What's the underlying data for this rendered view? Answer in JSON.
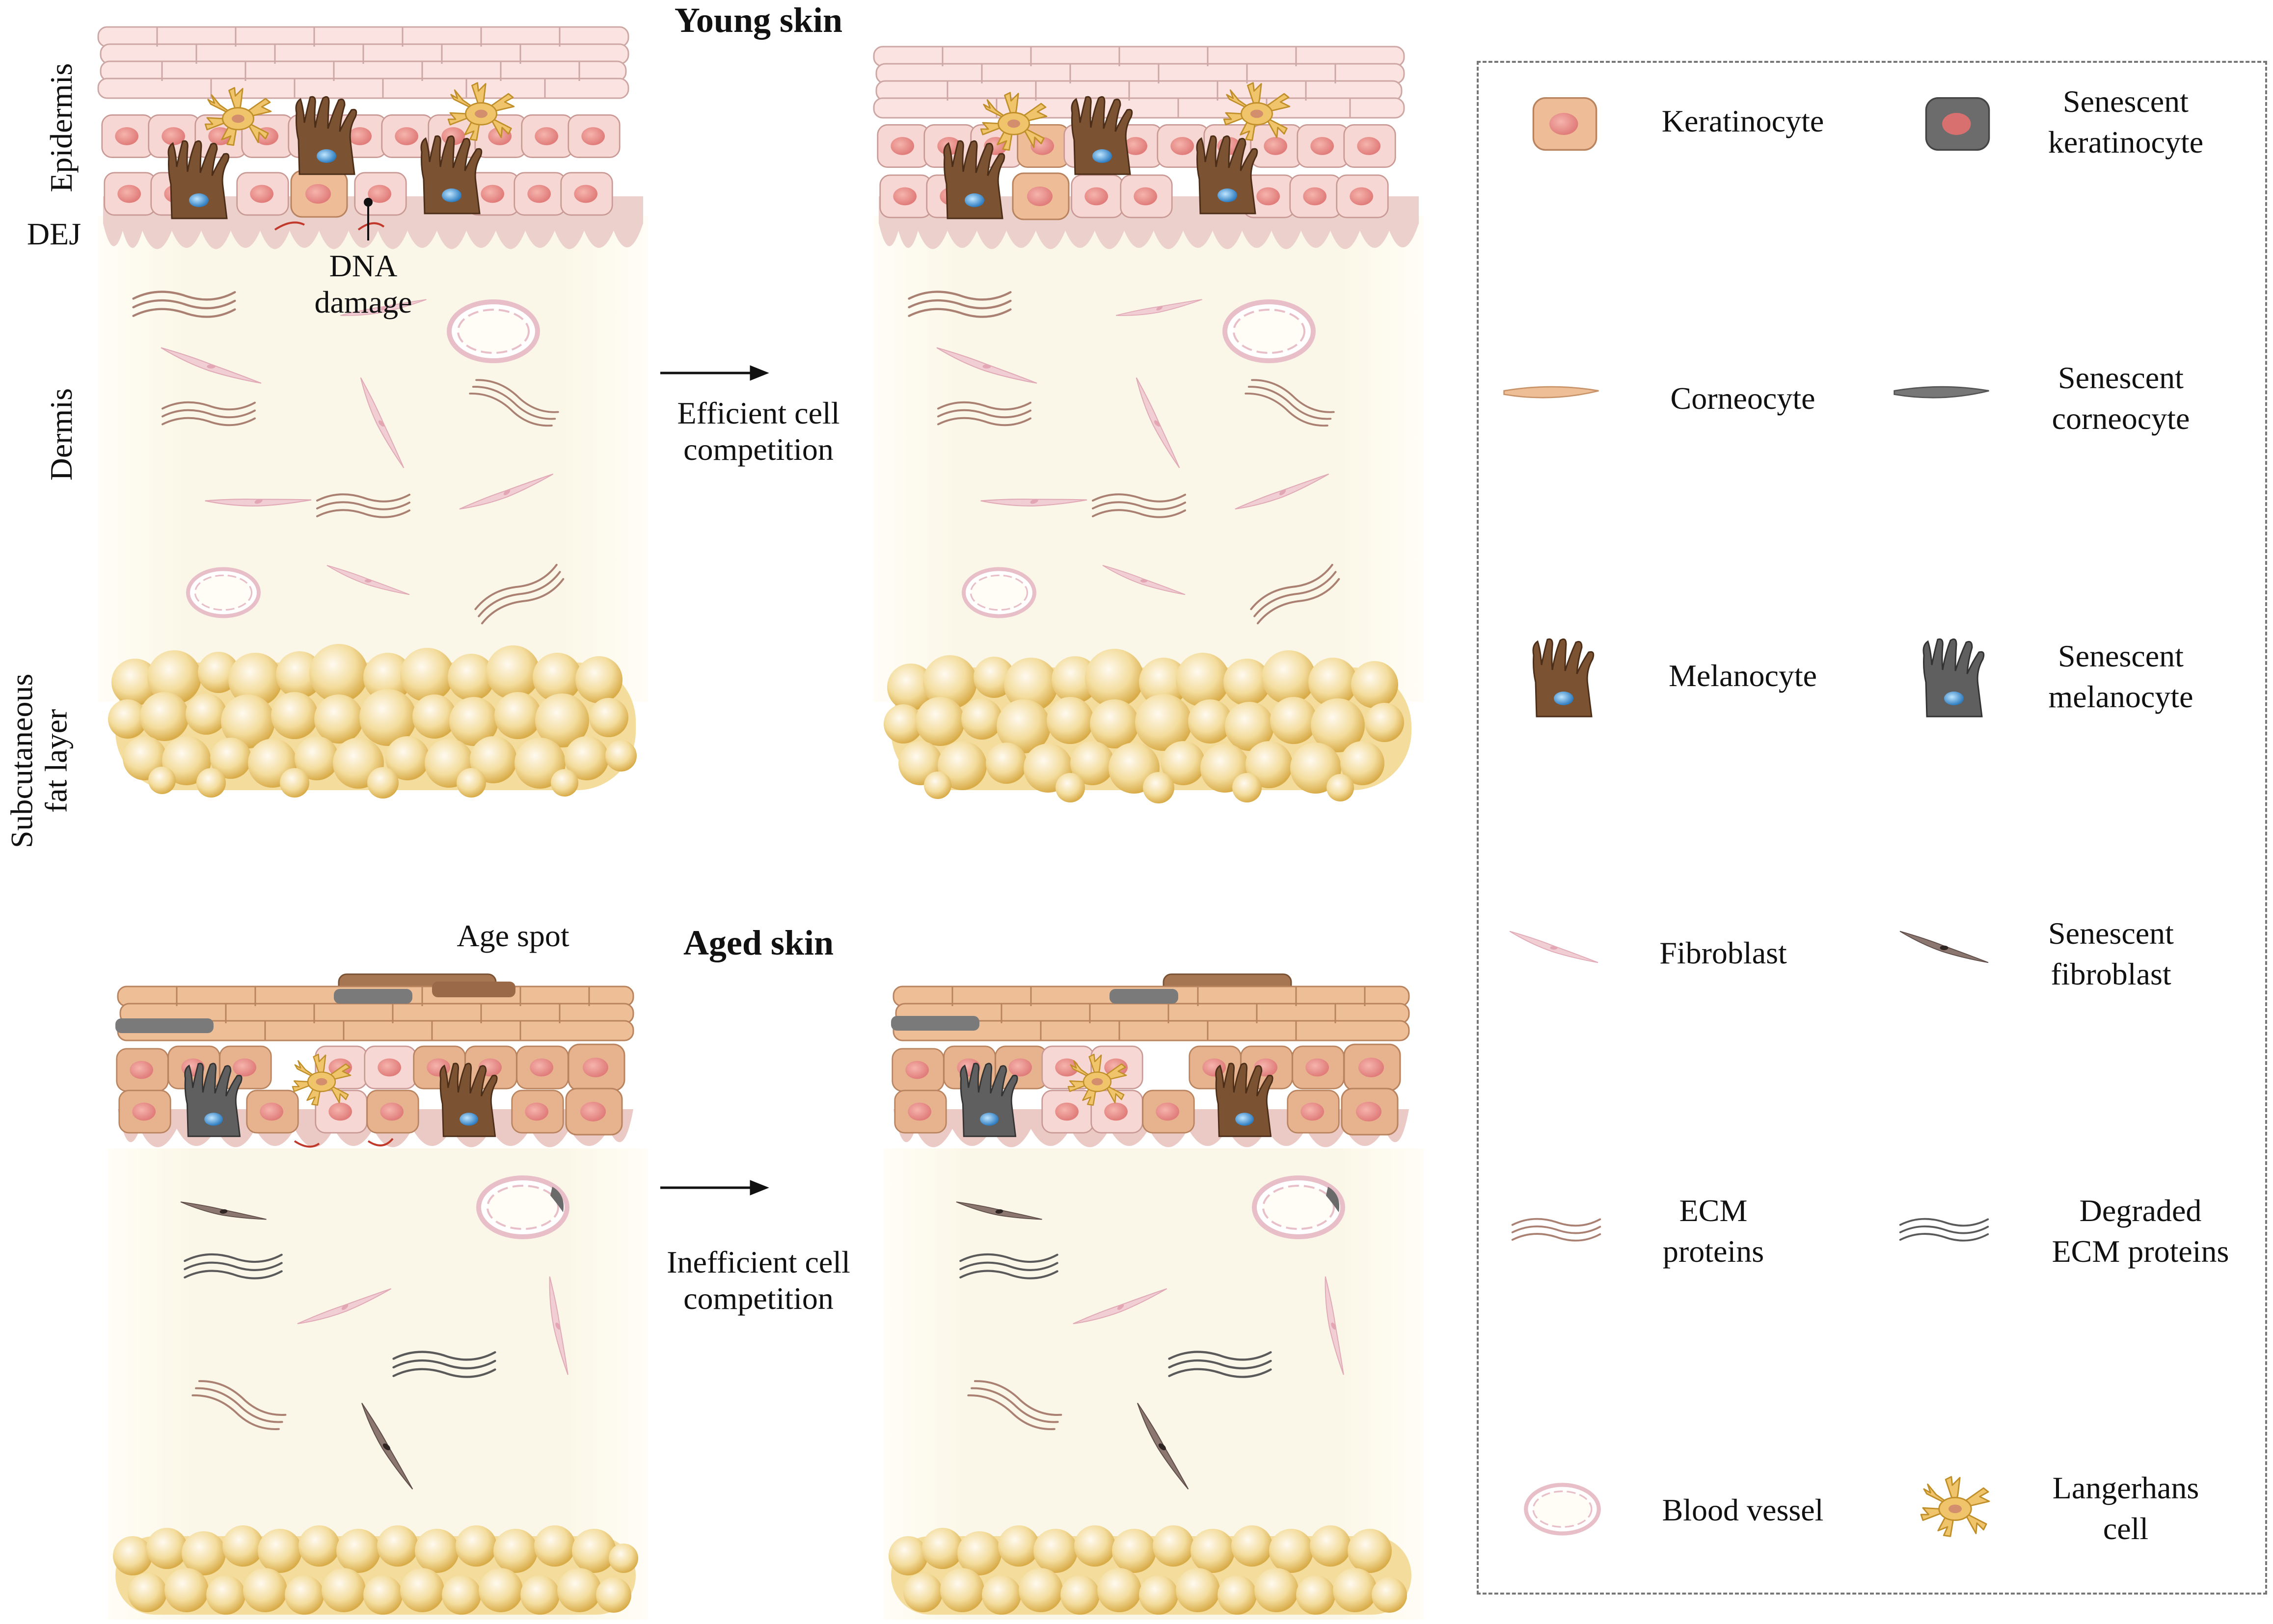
{
  "panels": {
    "young": {
      "title": "Young skin",
      "arrow_label": [
        "Efficient cell",
        "competition"
      ],
      "dna_label": [
        "DNA",
        "damage"
      ]
    },
    "aged": {
      "title": "Aged skin",
      "arrow_label": [
        "Inefficient cell",
        "competition"
      ],
      "age_spot": "Age spot"
    }
  },
  "layers": {
    "epidermis": "Epidermis",
    "dej": "DEJ",
    "dermis": "Dermis",
    "fat": [
      "Subcutaneous",
      "fat layer"
    ]
  },
  "legend": [
    {
      "icon": "keratinocyte-icon",
      "label": [
        "Keratinocyte"
      ]
    },
    {
      "icon": "senescent-keratinocyte-icon",
      "label": [
        "Senescent",
        "keratinocyte"
      ]
    },
    {
      "icon": "corneocyte-icon",
      "label": [
        "Corneocyte"
      ]
    },
    {
      "icon": "senescent-corneocyte-icon",
      "label": [
        "Senescent",
        "corneocyte"
      ]
    },
    {
      "icon": "melanocyte-icon",
      "label": [
        "Melanocyte"
      ]
    },
    {
      "icon": "senescent-melanocyte-icon",
      "label": [
        "Senescent",
        "melanocyte"
      ]
    },
    {
      "icon": "fibroblast-icon",
      "label": [
        "Fibroblast"
      ]
    },
    {
      "icon": "senescent-fibroblast-icon",
      "label": [
        "Senescent",
        "fibroblast"
      ]
    },
    {
      "icon": "ecm-proteins-icon",
      "label": [
        "ECM",
        "proteins"
      ]
    },
    {
      "icon": "degraded-ecm-proteins-icon",
      "label": [
        "Degraded",
        "ECM proteins"
      ]
    },
    {
      "icon": "blood-vessel-icon",
      "label": [
        "Blood vessel"
      ]
    },
    {
      "icon": "langerhans-cell-icon",
      "label": [
        "Langerhans",
        "cell"
      ]
    }
  ],
  "colors": {
    "keratinocyte": "#f6d7d3",
    "aged_keratinocyte": "#e6b38e",
    "nucleus": "#e98a86",
    "melanocyte": "#7c5232",
    "senescent": "#6d6d6d",
    "dermis": "#fbf8ec",
    "fat": "#f1d58a",
    "dej": "#e8c8c4",
    "langerhans": "#f0c46a",
    "fibroblast": "#f1cdd4",
    "ecm": "#a97f72"
  }
}
